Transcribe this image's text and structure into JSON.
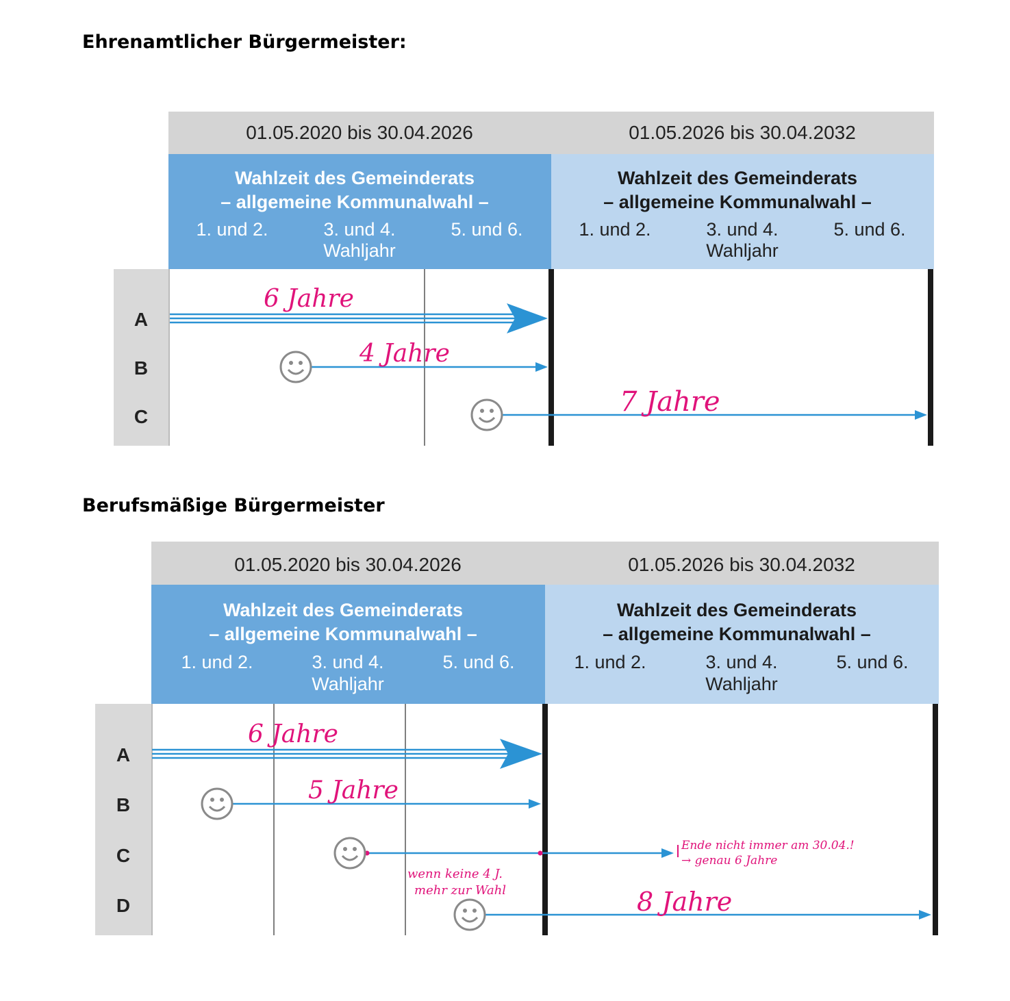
{
  "diagram1": {
    "title": "Ehrenamtlicher Bürgermeister:",
    "periods": [
      {
        "dates": "01.05.2020 bis 30.04.2026",
        "title_line1": "Wahlzeit des Gemeinderats",
        "title_line2": "– allgemeine Kommunalwahl –",
        "years": [
          "1. und 2.",
          "3. und 4.",
          "5. und 6."
        ],
        "year_label": "Wahljahr"
      },
      {
        "dates": "01.05.2026 bis 30.04.2032",
        "title_line1": "Wahlzeit des Gemeinderats",
        "title_line2": "– allgemeine Kommunalwahl –",
        "years": [
          "1. und 2.",
          "3. und 4.",
          "5. und 6."
        ],
        "year_label": "Wahljahr"
      }
    ],
    "rows": [
      "A",
      "B",
      "C"
    ],
    "annotations": [
      "6 Jahre",
      "4 Jahre",
      "7 Jahre"
    ]
  },
  "diagram2": {
    "title": "Berufsmäßige Bürgermeister",
    "periods": [
      {
        "dates": "01.05.2020 bis 30.04.2026",
        "title_line1": "Wahlzeit des Gemeinderats",
        "title_line2": "– allgemeine Kommunalwahl –",
        "years": [
          "1. und 2.",
          "3. und 4.",
          "5. und 6."
        ],
        "year_label": "Wahljahr"
      },
      {
        "dates": "01.05.2026 bis 30.04.2032",
        "title_line1": "Wahlzeit des Gemeinderats",
        "title_line2": "– allgemeine Kommunalwahl –",
        "years": [
          "1. und 2.",
          "3. und 4.",
          "5. und 6."
        ],
        "year_label": "Wahljahr"
      }
    ],
    "rows": [
      "A",
      "B",
      "C",
      "D"
    ],
    "annotations": [
      "6 Jahre",
      "5 Jahre",
      "8 Jahre"
    ],
    "note_c_line1": "Ende nicht immer am 30.04.!",
    "note_c_line2": "→ genau 6 Jahre",
    "note_d_line1": "wenn keine 4 J.",
    "note_d_line2": "mehr zur Wahl"
  },
  "colors": {
    "header_gray": "#d4d4d4",
    "row_label_gray": "#d9d9d9",
    "period1_blue": "#6aa8dc",
    "period2_blue": "#bcd6ef",
    "arrow_blue": "#2b93d4",
    "handwriting_pink": "#e0137a",
    "smiley_gray": "#8a8a8a"
  },
  "icons": [
    "smiley-icon",
    "arrow-icon"
  ]
}
